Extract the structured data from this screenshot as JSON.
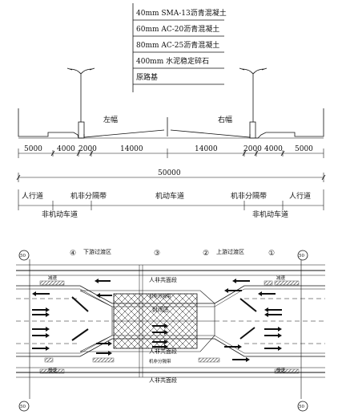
{
  "pavement_layers": [
    "40mm SMA-13沥青混凝土",
    "60mm AC-20沥青混凝土",
    "80mm AC-25沥青混凝土",
    "400mm 水泥稳定碎石",
    "原路基"
  ],
  "section_labels": {
    "left": "左幅",
    "right": "右幅"
  },
  "dimensions": {
    "segments": [
      "5000",
      "4000",
      "2000",
      "14000",
      "14000",
      "2000",
      "4000",
      "5000"
    ],
    "total": "50000"
  },
  "zones_top": {
    "sidewalk_left": "人行道",
    "divider_left": "机非分隔带",
    "motor": "机动车道",
    "divider_right": "机非分隔带",
    "sidewalk_right": "人行道"
  },
  "zones_bottom": {
    "nonmotor_left": "非机动车道",
    "nonmotor_right": "非机动车道"
  },
  "plan": {
    "stage_labels": [
      "④",
      "下游过渡区",
      "③",
      "②",
      "上游过渡区",
      "①"
    ],
    "station_marks": [
      "50",
      "50",
      "50",
      "50"
    ],
    "text_labels": [
      "人非共面段",
      "机非分隔带",
      "封闭区",
      "人非共面段",
      "机非分隔带",
      "人非共面段"
    ],
    "signs": [
      "减速",
      "减速",
      "慢速",
      "慢速"
    ]
  },
  "colors": {
    "line": "#111111",
    "sign": "#555555"
  }
}
